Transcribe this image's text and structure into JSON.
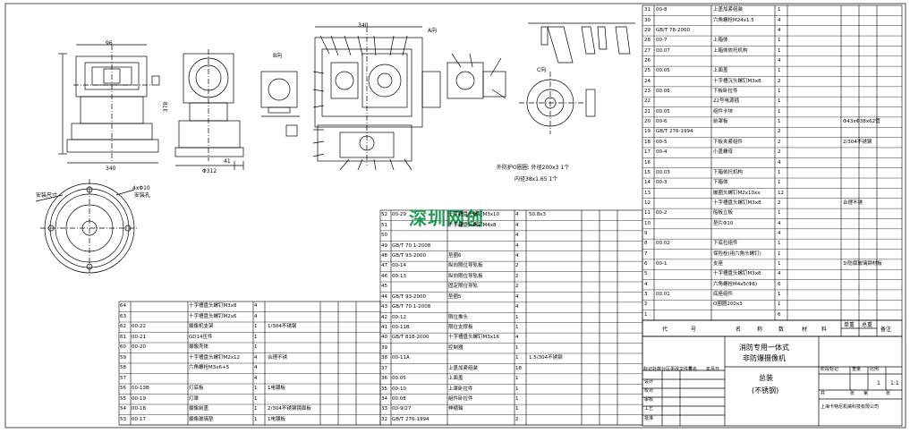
{
  "drawing": {
    "watermark": "深圳网创",
    "title_line1": "消防专用一体式",
    "title_line2": "非防爆摄像机",
    "assembly": "总装",
    "material_note": "(不锈钢)",
    "company": "上海卡特尼机械科技有限公司",
    "scale": "1:1",
    "sheet_qty": "1",
    "dims": {
      "d96": "96",
      "d340top": "340",
      "d340": "340",
      "d378": "378",
      "d312": "Φ312",
      "d41": "41",
      "d10": "4xΦ10"
    },
    "view_labels": {
      "b": "B向",
      "c": "C向",
      "a": "A向"
    },
    "mount_note": "安装尺寸",
    "mount_note2": "安装孔",
    "outer_note1": "外防护O圈圈: 外径200x3   1个",
    "outer_note2": "内径38x1.65 1个"
  },
  "bom_right": [
    [
      "31",
      "00-8",
      "上盖加紧组装",
      "1",
      ""
    ],
    [
      "30",
      "",
      "六角螺栓M24x1.5",
      "4",
      ""
    ],
    [
      "29",
      "GB/T 78-2000",
      "",
      "4",
      ""
    ],
    [
      "28",
      "00-7",
      "上箱体",
      "1",
      ""
    ],
    [
      "27",
      "00.07",
      "上箱体依托机构",
      "1",
      ""
    ],
    [
      "26",
      "",
      "",
      "4",
      ""
    ],
    [
      "25",
      "00.05",
      "上面盖",
      "1",
      ""
    ],
    [
      "24",
      "",
      "十字槽沉头螺钉M3x8",
      "2",
      ""
    ],
    [
      "23",
      "00.06",
      "下板卧拉件",
      "1",
      ""
    ],
    [
      "22",
      "",
      "22号电源插",
      "1",
      ""
    ],
    [
      "21",
      "00.05",
      "组件卡块",
      "1",
      ""
    ],
    [
      "20",
      "00-6",
      "前罩板",
      "1",
      "Φ43xΦ38x62管"
    ],
    [
      "19",
      "GB/T 276-1994",
      "",
      "2",
      ""
    ],
    [
      "18",
      "00-5",
      "下板夹紧组件",
      "2",
      "2/304不锈钢"
    ],
    [
      "17",
      "00-4",
      "小盖螺母",
      "2",
      ""
    ],
    [
      "16",
      "",
      "",
      "4",
      ""
    ],
    [
      "15",
      "00.03",
      "下箱依托机构",
      "1",
      ""
    ],
    [
      "14",
      "00-3",
      "下箱体",
      "1",
      ""
    ],
    [
      "13",
      "",
      "嵌圈头螺钉M2x10xx",
      "12",
      ""
    ],
    [
      "12",
      "",
      "十字槽盘头螺钉M3x8",
      "2",
      "合理不锈"
    ],
    [
      "11",
      "00-2",
      "船板立板",
      "1",
      ""
    ],
    [
      "10",
      "",
      "垫片Φ10",
      "4",
      ""
    ],
    [
      "9",
      "",
      "",
      "4",
      ""
    ],
    [
      "8",
      "00.02",
      "下底拉组件",
      "1",
      ""
    ],
    [
      "7",
      "",
      "保险栓(用六角头螺钉)",
      "1",
      ""
    ],
    [
      "6",
      "00-1",
      "支座",
      "1",
      "3/防腐玻璃钢材板"
    ],
    [
      "5",
      "",
      "十字槽盘头螺钉M3x8",
      "4",
      ""
    ],
    [
      "4",
      "",
      "六角螺栓M4x5(Φ6)",
      "6",
      ""
    ],
    [
      "3",
      "00.01",
      "底座组件",
      "1",
      ""
    ],
    [
      "2",
      "",
      "O圈圈200x3",
      "1",
      ""
    ],
    [
      "1",
      "",
      "",
      "6",
      ""
    ]
  ],
  "bom_mid": [
    [
      "52",
      "00-29",
      "十字槽盘头螺钉M3x10",
      "4",
      "50.8x3"
    ],
    [
      "51",
      "",
      "十字槽盘头螺钉M4x8",
      "4",
      ""
    ],
    [
      "50",
      "",
      "",
      "4",
      ""
    ],
    [
      "49",
      "GB/T 70.1-2008",
      "",
      "4",
      ""
    ],
    [
      "48",
      "GB/T 93-2000",
      "垫圈6",
      "4",
      ""
    ],
    [
      "47",
      "00-14",
      "纵向限位导轨板",
      "2",
      ""
    ],
    [
      "46",
      "00-13",
      "纵向限位导轨板",
      "2",
      ""
    ],
    [
      "45",
      "",
      "固定限位导轨",
      "2",
      ""
    ],
    [
      "44",
      "GB/T 93-2000",
      "垫圈5",
      "4",
      ""
    ],
    [
      "43",
      "GB/T 70.1-2008",
      "",
      "4",
      ""
    ],
    [
      "42",
      "00-12",
      "限位推头",
      "1",
      ""
    ],
    [
      "41",
      "00-11B",
      "限位支撑板",
      "1",
      ""
    ],
    [
      "40",
      "GB/T 818-2000",
      "十字槽盘头螺钉M3x16",
      "4",
      ""
    ],
    [
      "39",
      "",
      "控制器",
      "1",
      ""
    ],
    [
      "38",
      "00-11A",
      "",
      "1",
      "1.5/304不锈钢"
    ],
    [
      "37",
      "",
      "上盖加紧组装",
      "18",
      ""
    ],
    [
      "36",
      "00.05",
      "上面盖",
      "1",
      ""
    ],
    [
      "35",
      "00-10",
      "上罩卧拉件",
      "1",
      ""
    ],
    [
      "34",
      "00.08",
      "組件卧拉件",
      "1",
      ""
    ],
    [
      "33",
      "00-9/27",
      "伸缩轴",
      "1",
      ""
    ],
    [
      "32",
      "GB/T 276-1994",
      "",
      "2",
      ""
    ]
  ],
  "bom_left": [
    [
      "64",
      "",
      "十字槽盘头螺钉M3x8",
      "4",
      ""
    ],
    [
      "63",
      "",
      "十字槽盘头螺钉M2x6",
      "4",
      ""
    ],
    [
      "62",
      "00-22",
      "摄像机支架",
      "1",
      "1/304不锈钢"
    ],
    [
      "61",
      "00-21",
      "GD14压件",
      "1",
      ""
    ],
    [
      "60",
      "00-20",
      "摄像壳体",
      "1",
      ""
    ],
    [
      "59",
      "",
      "十字槽盘头螺钉M2x12",
      "4",
      "合理不锈"
    ],
    [
      "58",
      "",
      "六角螺栓M3x6+5",
      "4",
      ""
    ],
    [
      "57",
      "",
      "",
      "4",
      ""
    ],
    [
      "56",
      "00-13B",
      "灯底板",
      "1",
      "1电镀板"
    ],
    [
      "55",
      "00-19",
      "灯罩",
      "1",
      ""
    ],
    [
      "54",
      "00-18",
      "摄像前盖",
      "1",
      "2/304不锈钢镜面板"
    ],
    [
      "53",
      "00-17",
      "摄像玻璃垫",
      "1",
      "1电镀板"
    ]
  ],
  "header_row": {
    "c1": "代",
    "c2": "号",
    "c3": "名",
    "c4": "称",
    "c5": "数",
    "c6": "材",
    "c7": "料",
    "c8": "单重",
    "c9": "总重",
    "c10": "备注"
  },
  "title_fields": [
    "标记",
    "处数",
    "分区",
    "更改文件号",
    "签名",
    "年月日",
    "设计",
    "校对",
    "审核",
    "工艺",
    "批准",
    "阶段标记",
    "重量",
    "比例",
    "共",
    "张",
    "第",
    "张"
  ]
}
